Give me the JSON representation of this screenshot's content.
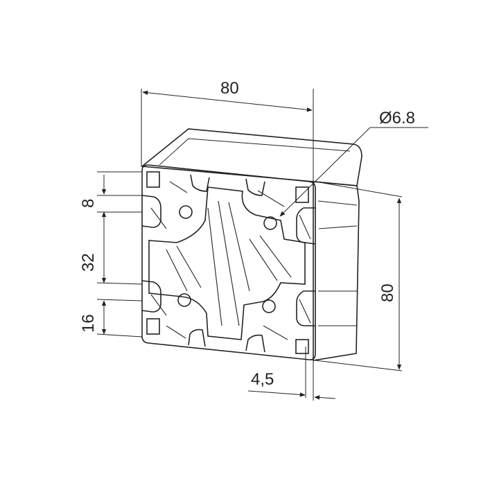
{
  "dimensions": {
    "top_width": "80",
    "right_height": "80",
    "hole_diameter": "Ø6.8",
    "left_top": "8",
    "left_mid": "32",
    "left_bottom": "16",
    "bottom_slot": "4,5"
  },
  "colors": {
    "line": "#222222",
    "section_fill": "#ffffff",
    "side_fill": "#f2f2f2"
  }
}
